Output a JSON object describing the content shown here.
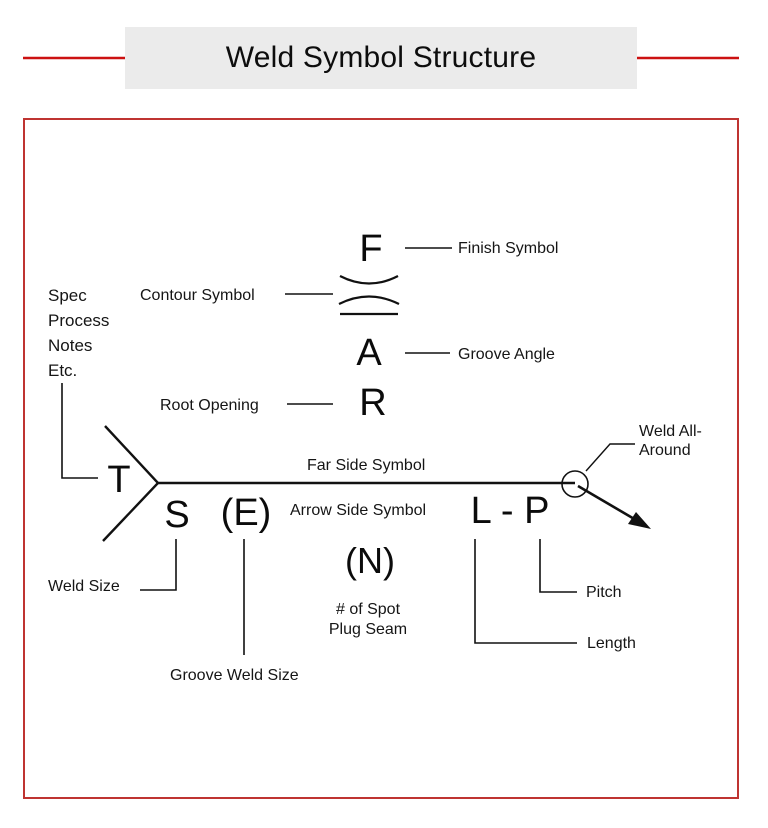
{
  "title": {
    "text": "Weld Symbol Structure"
  },
  "colors": {
    "accent_red": "#cc1111",
    "panel_border_red": "#bf3431",
    "title_bg": "#ebebeb",
    "ink": "#111111"
  },
  "diagram": {
    "letters": {
      "finish": "F",
      "groove_angle": "A",
      "root_opening": "R",
      "tail": "T",
      "weld_size": "S",
      "groove_weld_size": "(E)",
      "count": "(N)",
      "length_pitch": "L - P"
    },
    "labels": {
      "finish_symbol": "Finish Symbol",
      "contour_symbol": "Contour Symbol",
      "groove_angle": "Groove Angle",
      "root_opening": "Root Opening",
      "far_side_symbol": "Far Side Symbol",
      "arrow_side_symbol": "Arrow Side Symbol",
      "weld_all_around": "Weld All-\nAround",
      "pitch": "Pitch",
      "length": "Length",
      "weld_size": "Weld Size",
      "groove_weld_size": "Groove Weld Size",
      "spot_plug_seam": "# of Spot\nPlug Seam",
      "spec_notes": "Spec\nProcess\nNotes\nEtc."
    }
  }
}
